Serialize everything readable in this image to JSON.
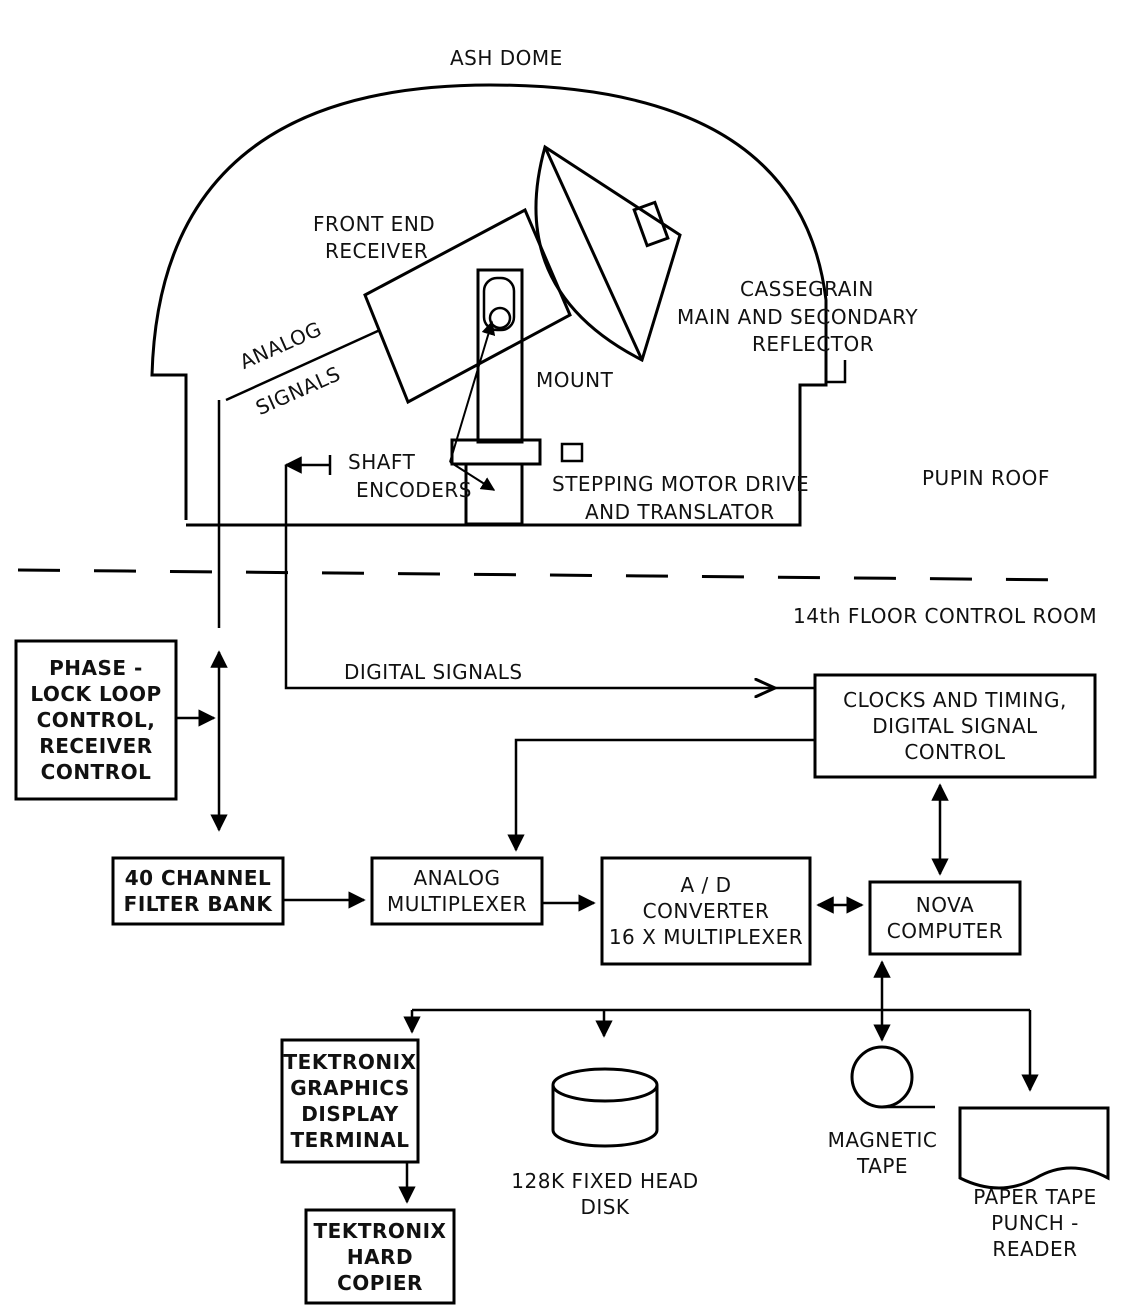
{
  "dome": {
    "title": "ASH DOME",
    "front_end_receiver": [
      "FRONT END",
      "RECEIVER"
    ],
    "cassegrain": [
      "CASSEGRAIN",
      "MAIN AND SECONDARY",
      "REFLECTOR"
    ],
    "analog_signals": [
      "ANALOG",
      "SIGNALS"
    ],
    "mount": "MOUNT",
    "shaft_encoders": [
      "SHAFT",
      "ENCODERS"
    ],
    "stepping_motor": [
      "STEPPING MOTOR DRIVE",
      "AND TRANSLATOR"
    ]
  },
  "zones": {
    "roof": "PUPIN ROOF",
    "control_room": "14th FLOOR CONTROL ROOM"
  },
  "signals": {
    "digital": "DIGITAL SIGNALS"
  },
  "boxes": {
    "phase_lock": [
      "PHASE -",
      "LOCK LOOP",
      "CONTROL,",
      "RECEIVER",
      "CONTROL"
    ],
    "clocks": [
      "CLOCKS AND TIMING,",
      "DIGITAL SIGNAL",
      "CONTROL"
    ],
    "filter_bank": [
      "40 CHANNEL",
      "FILTER BANK"
    ],
    "analog_mux": [
      "ANALOG",
      "MULTIPLEXER"
    ],
    "ad_converter": [
      "A / D",
      "CONVERTER",
      "16 X MULTIPLEXER"
    ],
    "nova": [
      "NOVA",
      "COMPUTER"
    ],
    "tek_graphics": [
      "TEKTRONIX",
      "GRAPHICS",
      "DISPLAY",
      "TERMINAL"
    ],
    "tek_copier": [
      "TEKTRONIX",
      "HARD",
      "COPIER"
    ]
  },
  "peripherals": {
    "disk": [
      "128K FIXED HEAD",
      "DISK"
    ],
    "mag_tape": [
      "MAGNETIC",
      "TAPE"
    ],
    "paper_tape": [
      "PAPER TAPE",
      "PUNCH -",
      "READER"
    ]
  }
}
